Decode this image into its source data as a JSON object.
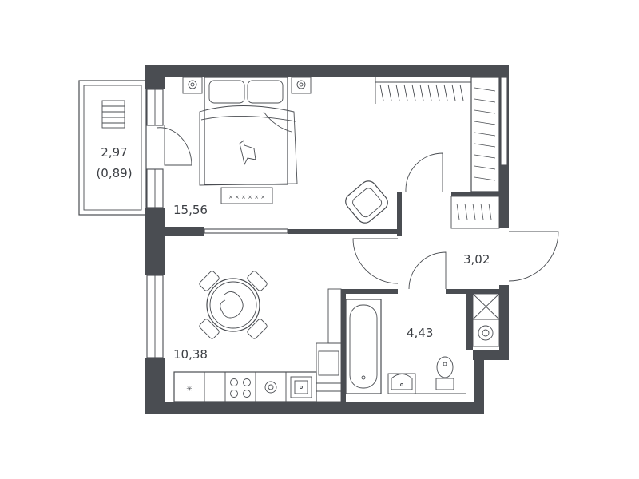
{
  "rooms": {
    "balcony": {
      "area": "2,97",
      "area_reduced": "(0,89)"
    },
    "bedroom": {
      "area": "15,56"
    },
    "hall": {
      "area": "3,02"
    },
    "kitchen": {
      "area": "10,38"
    },
    "bathroom": {
      "area": "4,43"
    }
  },
  "colors": {
    "wall": "#4a4d52",
    "background": "#ffffff",
    "text": "#3c3f44"
  }
}
